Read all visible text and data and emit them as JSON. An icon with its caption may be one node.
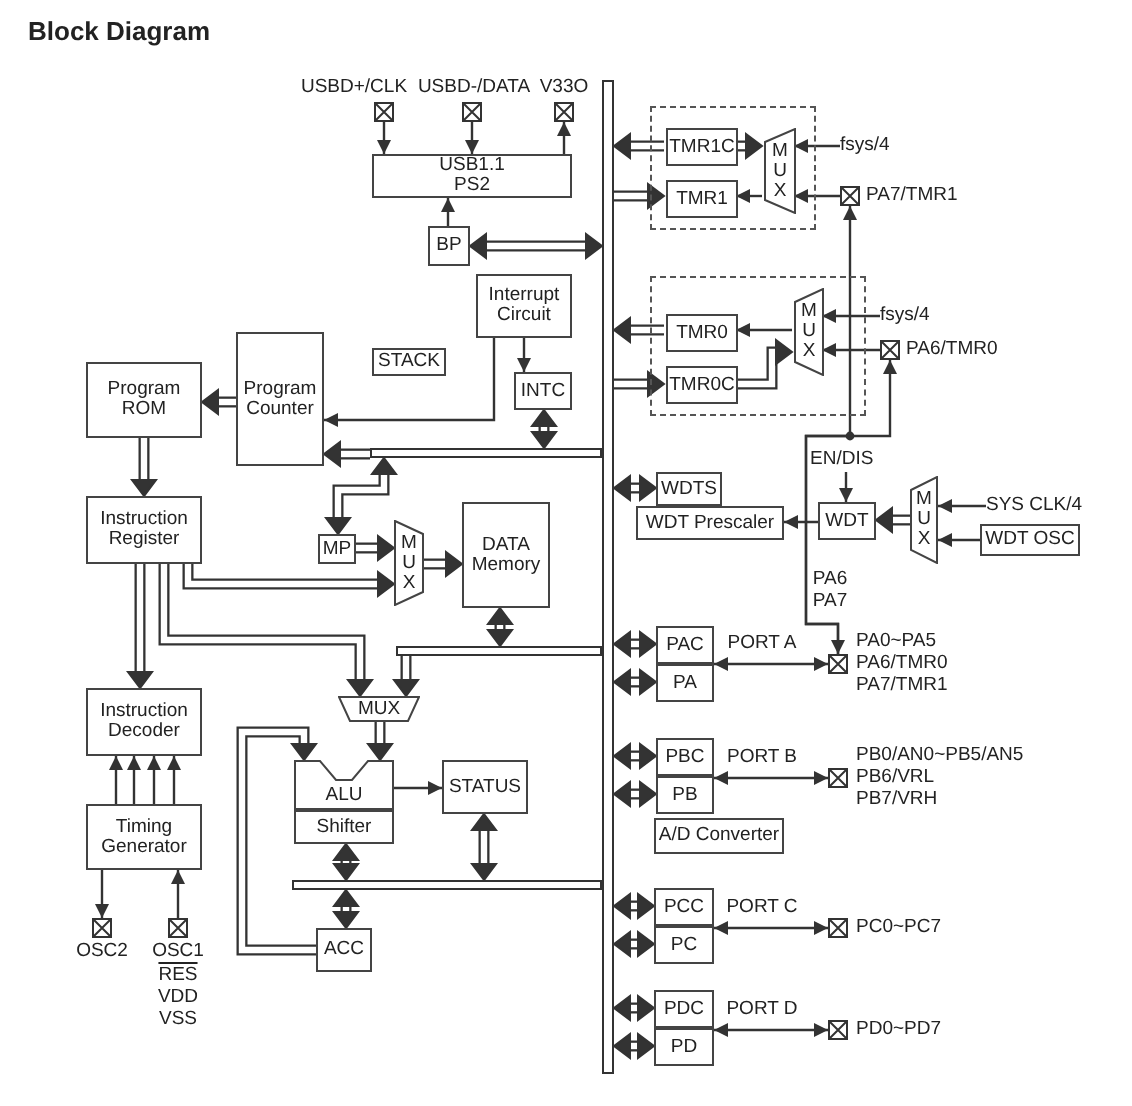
{
  "diagram": {
    "title": "Block Diagram",
    "nodes": [
      {
        "text": [
          "USBD+/CLK"
        ]
      },
      {
        "text": [
          "USBD-/DATA"
        ]
      },
      {
        "text": [
          "V33O"
        ]
      },
      {
        "text": [
          "USB1.1 PS2"
        ]
      },
      {
        "text": [
          "BP"
        ]
      },
      {
        "text": [
          "Interrupt Circuit"
        ]
      },
      {
        "text": [
          "STACK"
        ]
      },
      {
        "text": [
          "INTC"
        ]
      },
      {
        "text": [
          "Program ROM"
        ]
      },
      {
        "text": [
          "Program Counter"
        ]
      },
      {
        "text": [],
        "shape": "box"
      },
      {
        "text": [
          "TMR1C"
        ],
        "in": 10
      },
      {
        "text": [
          "MUX"
        ],
        "in": 10
      },
      {
        "text": [
          "TMR1"
        ],
        "in": 10
      },
      {
        "text": [
          "fsys/4"
        ]
      },
      {
        "text": [
          "PA7/TMR1"
        ]
      },
      {
        "text": [],
        "shape": "box"
      },
      {
        "text": [
          "TMR0"
        ],
        "in": 16
      },
      {
        "text": [
          "MUX"
        ],
        "in": 16
      },
      {
        "text": [
          "TMR0C"
        ],
        "in": 16
      },
      {
        "text": [
          "fsys/4"
        ]
      },
      {
        "text": [
          "PA6/TMR0"
        ]
      },
      {
        "text": [],
        "shape": "bar"
      },
      {
        "text": [
          "Instruction Register"
        ]
      },
      {
        "text": [
          "MP"
        ]
      },
      {
        "text": [
          "MUX"
        ]
      },
      {
        "text": [
          "DATA Memory"
        ]
      },
      {
        "text": [
          "WDTS"
        ]
      },
      {
        "text": [
          "WDT Prescaler"
        ]
      },
      {
        "text": [
          "EN/DIS"
        ]
      },
      {
        "text": [
          "WDT"
        ]
      },
      {
        "text": [
          "MUX"
        ]
      },
      {
        "text": [
          "SYS CLK/4"
        ]
      },
      {
        "text": [
          "WDT OSC"
        ]
      },
      {
        "text": [
          "PAC"
        ]
      },
      {
        "text": [
          "PA"
        ]
      },
      {
        "text": [
          "PA0~PA5",
          "PA6/TMR0",
          "PA7/TMR1"
        ]
      },
      {
        "text": [
          "PBC"
        ]
      },
      {
        "text": [
          "PB"
        ]
      },
      {
        "text": [
          "PB0/AN0~PB5/AN5",
          "PB6/VRL",
          "PB7/VRH"
        ]
      },
      {
        "text": [
          "A/D Converter"
        ]
      },
      {
        "text": [
          "PCC"
        ]
      },
      {
        "text": [
          "PC"
        ]
      },
      {
        "text": [
          "PC0~PC7"
        ]
      },
      {
        "text": [
          "PDC"
        ]
      },
      {
        "text": [
          "PD"
        ]
      },
      {
        "text": [
          "PD0~PD7"
        ]
      },
      {
        "text": [
          "Instruction Decoder"
        ]
      },
      {
        "text": [
          "MUX"
        ]
      },
      {
        "text": [
          "ALU"
        ]
      },
      {
        "text": [
          "Shifter"
        ]
      },
      {
        "text": [
          "STATUS"
        ]
      },
      {
        "text": [],
        "shape": "bar"
      },
      {
        "text": [
          "Timing Generator"
        ]
      },
      {
        "text": [
          "ACC"
        ]
      },
      {
        "text": [
          "OSC2"
        ]
      },
      {
        "text": [
          "OSC1"
        ]
      },
      {
        "text": [],
        "shape": "bar"
      },
      {
        "text": [],
        "shape": "bar"
      }
    ],
    "edges": [
      {
        "from": 0,
        "to": 3,
        "arrow": "to"
      },
      {
        "from": 1,
        "to": 3,
        "arrow": "to"
      },
      {
        "from": 3,
        "to": 2,
        "arrow": "to"
      },
      {
        "from": 4,
        "to": 3,
        "arrow": "to"
      },
      {
        "from": 4,
        "to": 22,
        "arrow": "both"
      },
      {
        "from": 5,
        "to": 7,
        "arrow": "to"
      },
      {
        "from": 5,
        "to": 9,
        "arrow": "to"
      },
      {
        "from": 7,
        "to": 57,
        "arrow": "both"
      },
      {
        "from": 9,
        "to": 8,
        "arrow": "to"
      },
      {
        "from": 57,
        "to": 9,
        "arrow": "to"
      },
      {
        "from": 11,
        "to": 22,
        "arrow": "to"
      },
      {
        "from": 22,
        "to": 13,
        "arrow": "to"
      },
      {
        "from": 11,
        "to": 12,
        "arrow": "to"
      },
      {
        "from": 14,
        "to": 12,
        "arrow": "to"
      },
      {
        "from": 15,
        "to": 12,
        "arrow": "to"
      },
      {
        "from": 12,
        "to": 13,
        "arrow": "to"
      },
      {
        "from": 17,
        "to": 22,
        "arrow": "to"
      },
      {
        "from": 22,
        "to": 19,
        "arrow": "to"
      },
      {
        "from": 18,
        "to": 17,
        "arrow": "to"
      },
      {
        "from": 19,
        "to": 18,
        "arrow": "to"
      },
      {
        "from": 20,
        "to": 18,
        "arrow": "to"
      },
      {
        "from": 21,
        "to": 18,
        "arrow": "to"
      },
      {
        "from": 8,
        "to": 23,
        "arrow": "to"
      },
      {
        "from": 57,
        "to": 24,
        "arrow": "both"
      },
      {
        "from": 24,
        "to": 25,
        "arrow": "to"
      },
      {
        "from": 23,
        "to": 25,
        "arrow": "to"
      },
      {
        "from": 25,
        "to": 26,
        "arrow": "to"
      },
      {
        "from": 26,
        "to": 58,
        "arrow": "both"
      },
      {
        "from": 27,
        "to": 22,
        "arrow": "both"
      },
      {
        "from": 29,
        "to": 30,
        "arrow": "to"
      },
      {
        "from": 30,
        "to": 28,
        "arrow": "to"
      },
      {
        "from": 31,
        "to": 30,
        "arrow": "to"
      },
      {
        "from": 32,
        "to": 31,
        "arrow": "to"
      },
      {
        "from": 33,
        "to": 31,
        "arrow": "to"
      },
      {
        "from": 34,
        "to": 22,
        "arrow": "both"
      },
      {
        "from": 35,
        "to": 22,
        "arrow": "both"
      },
      {
        "from": 35,
        "to": 36,
        "arrow": "both",
        "label": "PORT A"
      },
      {
        "from": 36,
        "to": 15,
        "arrow": "both",
        "label": "PA6 PA7"
      },
      {
        "from": 36,
        "to": 21,
        "arrow": "to"
      },
      {
        "from": 37,
        "to": 22,
        "arrow": "both"
      },
      {
        "from": 38,
        "to": 22,
        "arrow": "both"
      },
      {
        "from": 38,
        "to": 39,
        "arrow": "both",
        "label": "PORT B"
      },
      {
        "from": 41,
        "to": 22,
        "arrow": "both"
      },
      {
        "from": 42,
        "to": 22,
        "arrow": "both"
      },
      {
        "from": 42,
        "to": 43,
        "arrow": "both",
        "label": "PORT C"
      },
      {
        "from": 44,
        "to": 22,
        "arrow": "both"
      },
      {
        "from": 45,
        "to": 22,
        "arrow": "both"
      },
      {
        "from": 45,
        "to": 46,
        "arrow": "both",
        "label": "PORT D"
      },
      {
        "from": 23,
        "to": 47,
        "arrow": "to"
      },
      {
        "from": 23,
        "to": 48,
        "arrow": "to"
      },
      {
        "from": 58,
        "to": 48,
        "arrow": "to"
      },
      {
        "from": 48,
        "to": 49,
        "arrow": "to"
      },
      {
        "from": 49,
        "to": 51,
        "arrow": "to"
      },
      {
        "from": 51,
        "to": 52,
        "arrow": "both"
      },
      {
        "from": 50,
        "to": 52,
        "arrow": "both"
      },
      {
        "from": 52,
        "to": 54,
        "arrow": "both"
      },
      {
        "from": 54,
        "to": 49,
        "arrow": "to"
      },
      {
        "from": 53,
        "to": 47,
        "arrow": "to"
      },
      {
        "from": 53,
        "to": 47,
        "arrow": "to"
      },
      {
        "from": 53,
        "to": 47,
        "arrow": "to"
      },
      {
        "from": 53,
        "to": 47,
        "arrow": "to"
      },
      {
        "from": 53,
        "to": 55,
        "arrow": "to"
      },
      {
        "from": 56,
        "to": 53,
        "arrow": "to"
      }
    ],
    "labels": [
      "RES",
      "VDD",
      "VSS"
    ]
  }
}
